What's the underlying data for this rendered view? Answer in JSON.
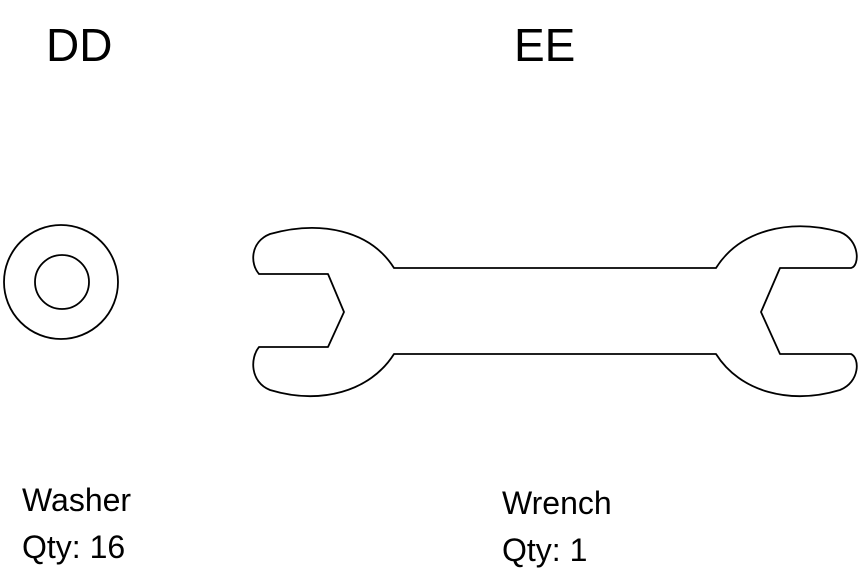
{
  "parts": [
    {
      "id": "DD",
      "name": "Washer",
      "qty": "Qty: 16",
      "icon": "washer-icon"
    },
    {
      "id": "EE",
      "name": "Wrench",
      "qty": "Qty: 1",
      "icon": "wrench-icon"
    }
  ],
  "colors": {
    "stroke": "#000000",
    "background": "#ffffff"
  }
}
